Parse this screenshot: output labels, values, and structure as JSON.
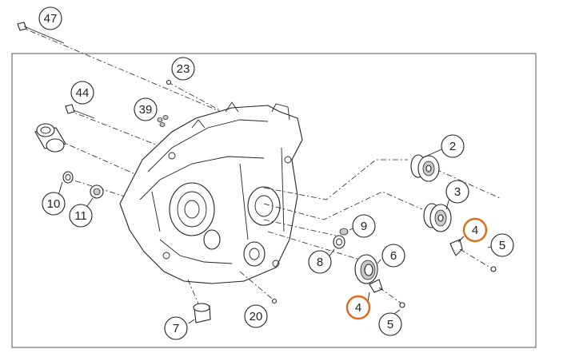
{
  "colors": {
    "line": "#222222",
    "highlight": "#e06a1a",
    "background": "#ffffff",
    "frame": "#555555"
  },
  "callouts": [
    {
      "id": "c47",
      "label": "47",
      "highlight": false
    },
    {
      "id": "c23",
      "label": "23",
      "highlight": false
    },
    {
      "id": "c44",
      "label": "44",
      "highlight": false
    },
    {
      "id": "c39",
      "label": "39",
      "highlight": false
    },
    {
      "id": "c2",
      "label": "2",
      "highlight": false
    },
    {
      "id": "c3",
      "label": "3",
      "highlight": false
    },
    {
      "id": "c4a",
      "label": "4",
      "highlight": true
    },
    {
      "id": "c5a",
      "label": "5",
      "highlight": false
    },
    {
      "id": "c9",
      "label": "9",
      "highlight": false
    },
    {
      "id": "c6",
      "label": "6",
      "highlight": false
    },
    {
      "id": "c8",
      "label": "8",
      "highlight": false
    },
    {
      "id": "c10",
      "label": "10",
      "highlight": false
    },
    {
      "id": "c11",
      "label": "11",
      "highlight": false
    },
    {
      "id": "c4b",
      "label": "4",
      "highlight": true
    },
    {
      "id": "c5b",
      "label": "5",
      "highlight": false
    },
    {
      "id": "c7",
      "label": "7",
      "highlight": false
    },
    {
      "id": "c20",
      "label": "20",
      "highlight": false
    }
  ]
}
